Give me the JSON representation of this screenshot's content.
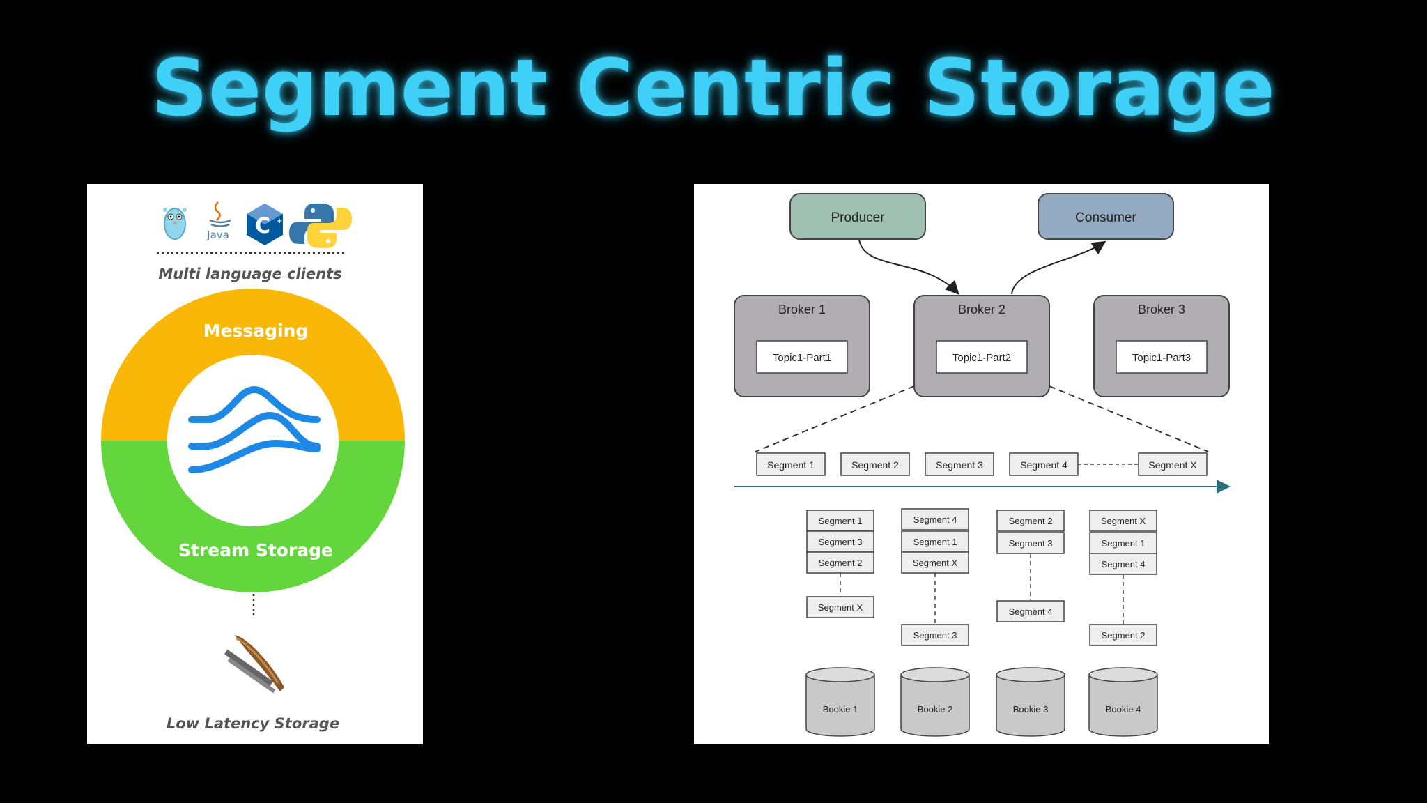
{
  "slide": {
    "title": "Segment Centric Storage"
  },
  "left_diagram": {
    "client_icons": [
      "gopher-icon",
      "java-icon",
      "cpp-icon",
      "python-icon"
    ],
    "java_label": "Java",
    "cpp_label": "C",
    "clients_caption": "Multi language clients",
    "top_ring_label": "Messaging",
    "bottom_ring_label": "Stream Storage",
    "center_icon": "pulsar-logo-icon",
    "storage_icon": "bookkeeper-feather-icon",
    "storage_caption": "Low Latency Storage",
    "colors": {
      "messaging": "#f9b808",
      "stream_storage": "#62d63c",
      "logo": "#1e88e5"
    }
  },
  "right_diagram": {
    "producer": "Producer",
    "consumer": "Consumer",
    "brokers": [
      {
        "name": "Broker 1",
        "topic": "Topic1-Part1"
      },
      {
        "name": "Broker 2",
        "topic": "Topic1-Part2"
      },
      {
        "name": "Broker 3",
        "topic": "Topic1-Part3"
      }
    ],
    "segment_row": [
      "Segment 1",
      "Segment 2",
      "Segment 3",
      "Segment 4",
      "Segment X"
    ],
    "bookie_columns": [
      {
        "stack": [
          "Segment 1",
          "Segment 3",
          "Segment 2"
        ],
        "extra": "Segment X",
        "bookie": "Bookie 1"
      },
      {
        "stack": [
          "Segment 4",
          "Segment 1",
          "Segment X"
        ],
        "extra": "Segment 3",
        "bookie": "Bookie 2"
      },
      {
        "stack": [
          "Segment 2",
          "Segment 3"
        ],
        "extra": "Segment 4",
        "bookie": "Bookie 3"
      },
      {
        "stack": [
          "Segment X",
          "Segment 1",
          "Segment 4"
        ],
        "extra": "Segment 2",
        "bookie": "Bookie 4"
      }
    ],
    "colors": {
      "producer": "#9fbfb3",
      "consumer": "#93a9bf",
      "broker": "#b1aeb3"
    }
  }
}
